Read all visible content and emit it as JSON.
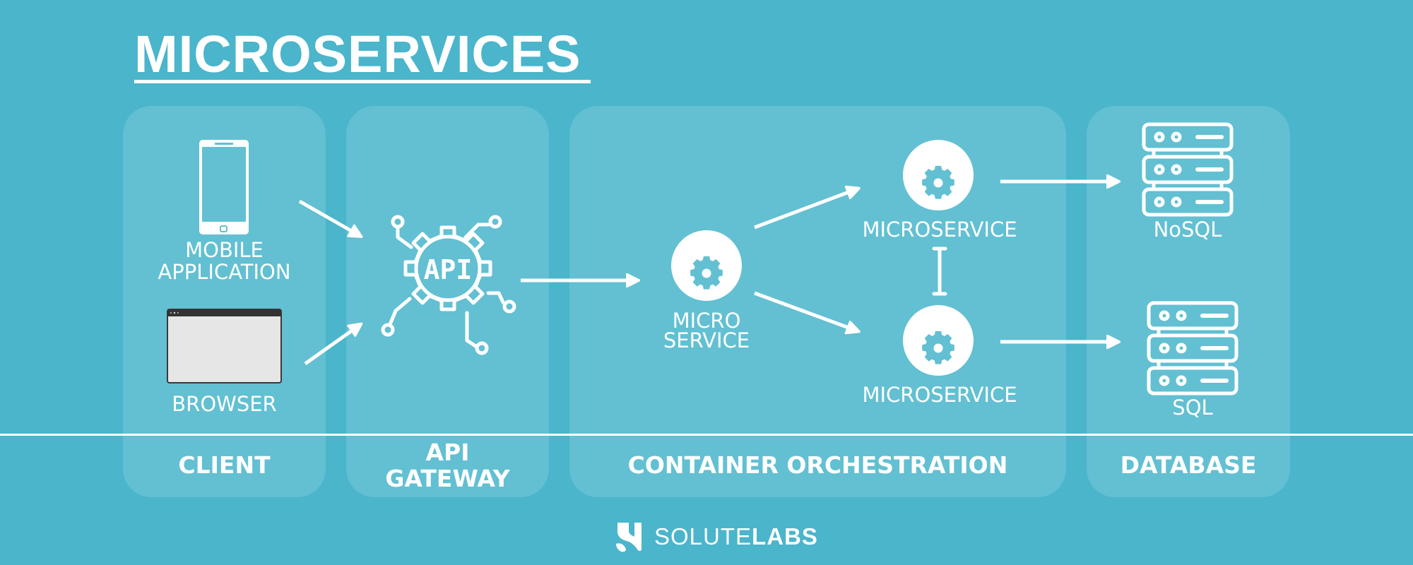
{
  "title": "MICROSERVICES",
  "colors": {
    "background": "#4AB5CB",
    "panel": "#62C0D2",
    "foreground": "#FFFFFF",
    "browser_chrome": "#333333",
    "browser_body": "#E6E6E6"
  },
  "columns": [
    {
      "id": "client",
      "label": "CLIENT"
    },
    {
      "id": "api_gateway",
      "label_line1": "API",
      "label_line2": "GATEWAY"
    },
    {
      "id": "container_orchestration",
      "label": "CONTAINER ORCHESTRATION"
    },
    {
      "id": "database",
      "label": "DATABASE"
    }
  ],
  "nodes": {
    "mobile": {
      "line1": "MOBILE",
      "line2": "APPLICATION",
      "icon": "smartphone-icon"
    },
    "browser": {
      "label": "BROWSER",
      "icon": "browser-window-icon"
    },
    "api": {
      "glyph_text": "API",
      "icon": "api-gear-circuit-icon"
    },
    "micro_main": {
      "line1": "MICRO",
      "line2": "SERVICE",
      "icon": "gear-icon"
    },
    "micro_top": {
      "label": "MICROSERVICE",
      "icon": "gear-icon"
    },
    "micro_bottom": {
      "label": "MICROSERVICE",
      "icon": "gear-icon"
    },
    "nosql": {
      "label": "NoSQL",
      "icon": "server-stack-icon"
    },
    "sql": {
      "label": "SQL",
      "icon": "server-stack-icon"
    }
  },
  "edges": [
    {
      "from": "mobile",
      "to": "api",
      "type": "arrow"
    },
    {
      "from": "browser",
      "to": "api",
      "type": "arrow"
    },
    {
      "from": "api",
      "to": "micro_main",
      "type": "arrow"
    },
    {
      "from": "micro_main",
      "to": "micro_top",
      "type": "arrow"
    },
    {
      "from": "micro_main",
      "to": "micro_bottom",
      "type": "arrow"
    },
    {
      "from": "micro_top",
      "to": "micro_bottom",
      "type": "connector"
    },
    {
      "from": "micro_top",
      "to": "nosql",
      "type": "arrow"
    },
    {
      "from": "micro_bottom",
      "to": "sql",
      "type": "arrow"
    }
  ],
  "footer": {
    "logo_icon": "solutelabs-s-logo-icon",
    "brand_light": "SOLUTE",
    "brand_bold": "LABS"
  }
}
